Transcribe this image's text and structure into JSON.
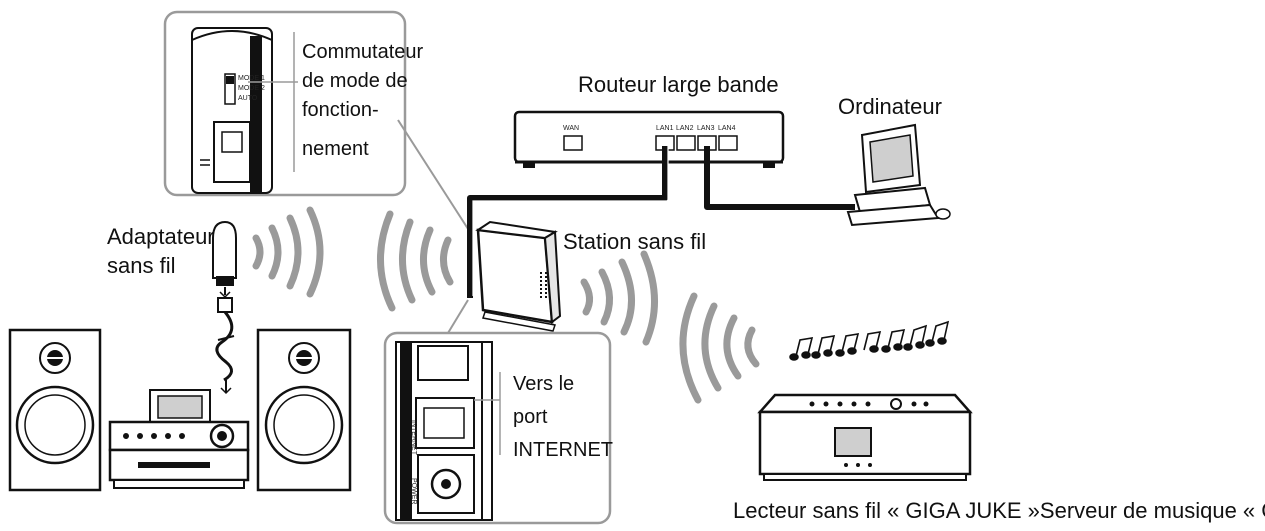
{
  "labels": {
    "switch_line1": "Commutateur",
    "switch_line2": "de mode de",
    "switch_line3": "fonction-",
    "switch_line4": "nement",
    "router": "Routeur large bande",
    "computer": "Ordinateur",
    "adapter_line1": "Adaptateur",
    "adapter_line2": "sans fil",
    "station": "Station sans fil",
    "port_line1": "Vers le",
    "port_line2": "port",
    "port_line3": "INTERNET",
    "bottom_caption": "Lecteur sans fil « GIGA JUKE »Serveur de musique « GIGA JUKE »"
  },
  "device_text": {
    "mode1": "MODE 1",
    "mode2": "MODE 2",
    "auto": "AUTO",
    "wan": "WAN",
    "lan1": "LAN1",
    "lan2": "LAN2",
    "lan3": "LAN3",
    "lan4": "LAN4",
    "internet": "INTERNET",
    "power": "POWER"
  },
  "colors": {
    "callout_border": "#9a9a9a",
    "cable": "#111111",
    "waves": "#9a9a9a",
    "screen": "#cfcfcf"
  }
}
